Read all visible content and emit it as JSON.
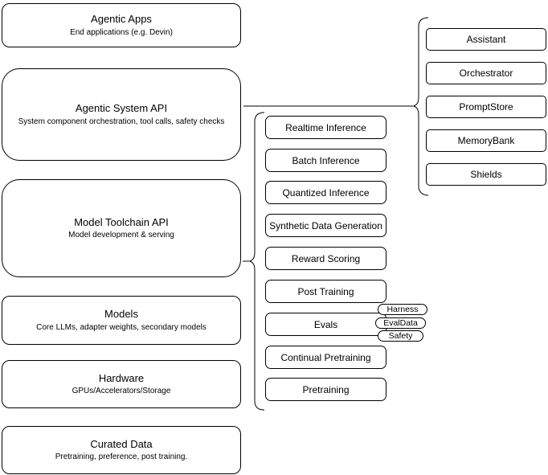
{
  "colors": {
    "background": "#ffffff",
    "stroke": "#000000",
    "text": "#000000"
  },
  "left_column": [
    {
      "title": "Agentic Apps",
      "subtitle": "End applications (e.g. Devin)"
    },
    {
      "title": "Agentic System API",
      "subtitle": "System component orchestration, tool calls, safety checks"
    },
    {
      "title": "Model Toolchain API",
      "subtitle": "Model development & serving"
    },
    {
      "title": "Models",
      "subtitle": "Core LLMs, adapter weights, secondary models"
    },
    {
      "title": "Hardware",
      "subtitle": "GPUs/Accelerators/Storage"
    },
    {
      "title": "Curated Data",
      "subtitle": "Pretraining, preference, post training."
    }
  ],
  "toolchain_items": [
    "Realtime Inference",
    "Batch Inference",
    "Quantized Inference",
    "Synthetic Data Generation",
    "Reward Scoring",
    "Post Training",
    "Evals",
    "Continual Pretraining",
    "Pretraining"
  ],
  "eval_tags": [
    "Harness",
    "EvalData",
    "Safety"
  ],
  "system_components": [
    "Assistant",
    "Orchestrator",
    "PromptStore",
    "MemoryBank",
    "Shields"
  ]
}
